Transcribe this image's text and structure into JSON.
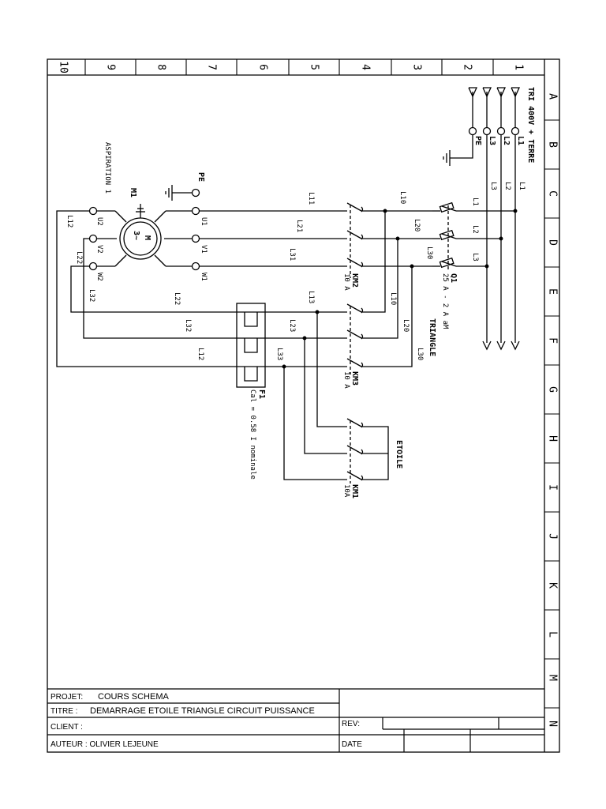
{
  "columns": [
    "10",
    "9",
    "8",
    "7",
    "6",
    "5",
    "4",
    "3",
    "2",
    "1"
  ],
  "rows": [
    "A",
    "B",
    "C",
    "D",
    "E",
    "F",
    "G",
    "H",
    "I",
    "J",
    "K",
    "L",
    "M",
    "N"
  ],
  "supply": {
    "description": "TRI 400V + TERRE",
    "terminals": [
      "L1",
      "L2",
      "L3",
      "PE"
    ],
    "line_labels": [
      "L1",
      "L2",
      "L3"
    ]
  },
  "q1": {
    "ref": "Q1",
    "rating": "25 A - 2 A aM",
    "line_labels": [
      "L1",
      "L2",
      "L3"
    ]
  },
  "wires": {
    "main": [
      "L10",
      "L20",
      "L30"
    ],
    "delta_branch": [
      "L10",
      "L20",
      "L30"
    ],
    "to_motor": [
      "L11",
      "L21",
      "L31"
    ],
    "km3_outputs": [
      "L13",
      "L23",
      "L33"
    ],
    "return": [
      "L12",
      "L22",
      "L32"
    ],
    "lower": [
      "L22",
      "L32",
      "L12"
    ]
  },
  "km2": {
    "ref": "KM2",
    "rating": "10 A"
  },
  "km3": {
    "ref": "KM3",
    "rating": "10 A"
  },
  "km1": {
    "ref": "KM1",
    "rating": "10A"
  },
  "f1": {
    "ref": "F1",
    "setting": "Cal = 0.58 I nominale"
  },
  "labels": {
    "triangle": "TRIANGLE",
    "etoile": "ETOILE"
  },
  "motor": {
    "ref": "M1",
    "name": "ASPIRATION 1",
    "symbol_top": "M",
    "symbol_bottom": "3~",
    "pe": "PE",
    "inputs": [
      "U1",
      "V1",
      "W1"
    ],
    "outputs": [
      "U2",
      "V2",
      "W2"
    ]
  },
  "title_block": {
    "projet_label": "PROJET:",
    "projet_value": "COURS SCHEMA",
    "titre_label": "TITRE :",
    "titre_value": "DEMARRAGE ETOILE TRIANGLE CIRCUIT PUISSANCE",
    "client_label": "CLIENT :",
    "client_value": "",
    "auteur_label": "AUTEUR : OLIVIER LEJEUNE",
    "rev_label": "REV:",
    "date_label": "DATE"
  }
}
